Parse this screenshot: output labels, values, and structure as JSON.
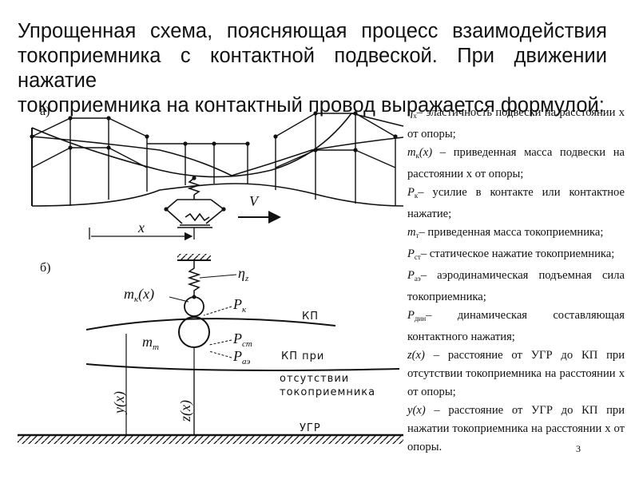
{
  "title_lines": [
    "Упрощенная схема, поясняющая процесс взаимодействия",
    "токоприемника с контактной подвеской. При движении нажатие",
    "токоприемника на контактный провод выражается формулой:"
  ],
  "definitions": [
    {
      "sym": "η",
      "sub": "x",
      "arg": "",
      "text": "– эластичность подвески на расстоянии х от опоры;"
    },
    {
      "sym": "m",
      "sub": "к",
      "arg": "(x)",
      "text": " – приведенная масса подвески на расстоянии x от опоры;"
    },
    {
      "sym": "P",
      "sub": "к",
      "arg": "",
      "text": "– усилие в контакте или контактное нажатие;"
    },
    {
      "sym": "m",
      "sub": "т",
      "arg": "",
      "text": "– приведенная масса токоприемника;"
    },
    {
      "sym": "P",
      "sub": "ст",
      "arg": "",
      "text": "– статическое нажатие токоприемника;"
    },
    {
      "sym": "P",
      "sub": "аэ",
      "arg": "",
      "text": "– аэродинамическая подъемная сила токоприемника;"
    },
    {
      "sym": "P",
      "sub": "дин",
      "arg": "",
      "text": "– динамическая составляющая контактного нажатия;"
    },
    {
      "sym": "z(x)",
      "sub": "",
      "arg": "",
      "text": " – расстояние от УГР до КП при отсутствии токоприемника на расстоянии х от опоры;"
    },
    {
      "sym": "y(x)",
      "sub": "",
      "arg": "",
      "text": " – расстояние от УГР до КП при нажатии токоприемника на расстоянии х от опоры."
    }
  ],
  "page_number": "3",
  "diagram": {
    "label_a": "а)",
    "label_b": "б)",
    "V": "V",
    "x": "x",
    "mk": "m",
    "mk_sub": "к",
    "mk_arg": "(x)",
    "eta": "η",
    "eta_sub": "z",
    "pk": "P",
    "pk_sub": "к",
    "mt": "m",
    "mt_sub": "т",
    "pst": "P",
    "pst_sub": "ст",
    "pae": "P",
    "pae_sub": "аэ",
    "kp": "КП",
    "kp_pri": "КП при",
    "otsut": "отсутствии",
    "tokopr": "токоприемника",
    "ugr": "УГР",
    "yx": "y(x)",
    "zx": "z(x)"
  }
}
